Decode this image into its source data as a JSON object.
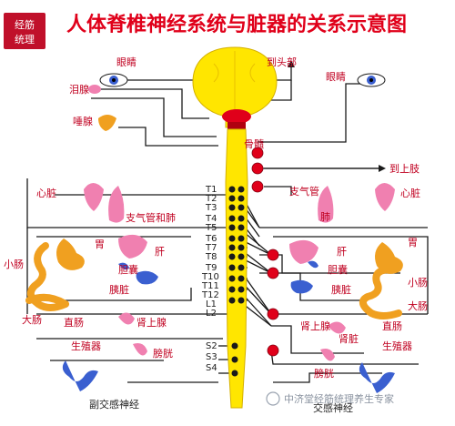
{
  "title": "人体脊椎神经系统与脏器的关系示意图",
  "logo_text": "经筋 统理",
  "labels": {
    "eye_left": "眼睛",
    "tear_gland": "泪腺",
    "salivary": "唾腺",
    "to_head": "到头部",
    "eye_right": "眼睛",
    "spinal_cord": "骨髓",
    "to_upper_limb": "到上肢",
    "heart_left": "心脏",
    "bronchus_lung": "支气管和肺",
    "bronchus_right": "支气管",
    "heart_right": "心脏",
    "lung_right": "肺",
    "stomach_left": "胃",
    "liver_left": "肝",
    "small_intestine_left": "小肠",
    "gallbladder_left": "胆囊",
    "pancreas_left": "胰脏",
    "large_intestine_left": "大肠",
    "rectum_left": "直肠",
    "adrenal_left": "肾上腺",
    "reproductive_left": "生殖器",
    "bladder_left": "膀胱",
    "parasympathetic": "副交感神经",
    "liver_right": "肝",
    "stomach_right": "胃",
    "gallbladder_right": "胆囊",
    "pancreas_right": "胰脏",
    "small_intestine_right": "小肠",
    "large_intestine_right": "大肠",
    "adrenal_right": "肾上腺",
    "kidney_right": "肾脏",
    "rectum_right": "直肠",
    "reproductive_right": "生殖器",
    "bladder_right": "膀胱",
    "sympathetic": "交感神经"
  },
  "vertebrae": [
    "T1",
    "T2",
    "T3",
    "T4",
    "T5",
    "T6",
    "T7",
    "T8",
    "T9",
    "T10",
    "T11",
    "T12",
    "L1",
    "L2"
  ],
  "sacral": [
    "S2",
    "S3",
    "S4"
  ],
  "watermark": "中济堂经筋统理养生专家",
  "colors": {
    "title_red": "#e0001a",
    "brain_yellow": "#ffe600",
    "node_red": "#e0001a",
    "organ_pink": "#f080b0",
    "organ_blue": "#3a5fd0",
    "organ_orange": "#f0a020",
    "line": "#1a1a1a"
  }
}
